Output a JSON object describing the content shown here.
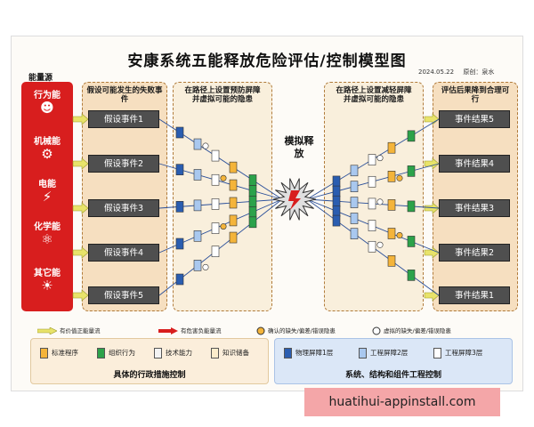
{
  "title": "安康系统五能释放危险评估/控制模型图",
  "meta": {
    "date": "2024.05.22",
    "author": "原创：泉水"
  },
  "energy_sources": {
    "label": "能量源",
    "items": [
      {
        "name": "行为能",
        "icon": "worker-icon"
      },
      {
        "name": "机械能",
        "icon": "gear-icon"
      },
      {
        "name": "电能",
        "icon": "lightning-icon"
      },
      {
        "name": "化学能",
        "icon": "chemical-flask-icon"
      },
      {
        "name": "其它能",
        "icon": "sun-icon"
      }
    ]
  },
  "events_panel": {
    "header": "假设可能发生的失败事件"
  },
  "events": [
    "假设事件1",
    "假设事件2",
    "假设事件3",
    "假设事件4",
    "假设事件5"
  ],
  "left_barrier_panel": {
    "header": "在路径上设置预防屏障并虚拟可能的隐患"
  },
  "center_label": "模拟释放",
  "right_barrier_panel": {
    "header": "在路径上设置减轻屏障并虚拟可能的隐患"
  },
  "results_panel": {
    "header": "评估后果降到合理可行"
  },
  "results": [
    "事件结果5",
    "事件结果4",
    "事件结果3",
    "事件结果2",
    "事件结果1"
  ],
  "legend": {
    "items": [
      "有价值正能量流",
      "有危害负能量流",
      "确认的缺失/偏差/错误隐患",
      "虚拟的缺失/偏差/错误隐患"
    ]
  },
  "admin_controls": {
    "items": [
      "标准程序",
      "组织行为",
      "技术能力",
      "知识储备"
    ],
    "caption": "具体的行政措施控制"
  },
  "engineering_controls": {
    "items": [
      "物理屏障1层",
      "工程屏障2层",
      "工程屏障3层"
    ],
    "caption": "系统、结构和组件工程控制"
  },
  "colors": {
    "energy_red": "#d81e1e",
    "panel_beige": "#f6dfc0",
    "standard_yellow": "#f4b43a",
    "org_green": "#2ca24a",
    "tech_white": "#f3f3f3",
    "knowledge_light": "#fbeccb",
    "physical_blue": "#2a5db0",
    "eng_light_blue": "#a9c8ef",
    "eng_white": "#ffffff",
    "event_box": "#4f4f4f"
  },
  "watermark": "huatihui-appinstall.com"
}
